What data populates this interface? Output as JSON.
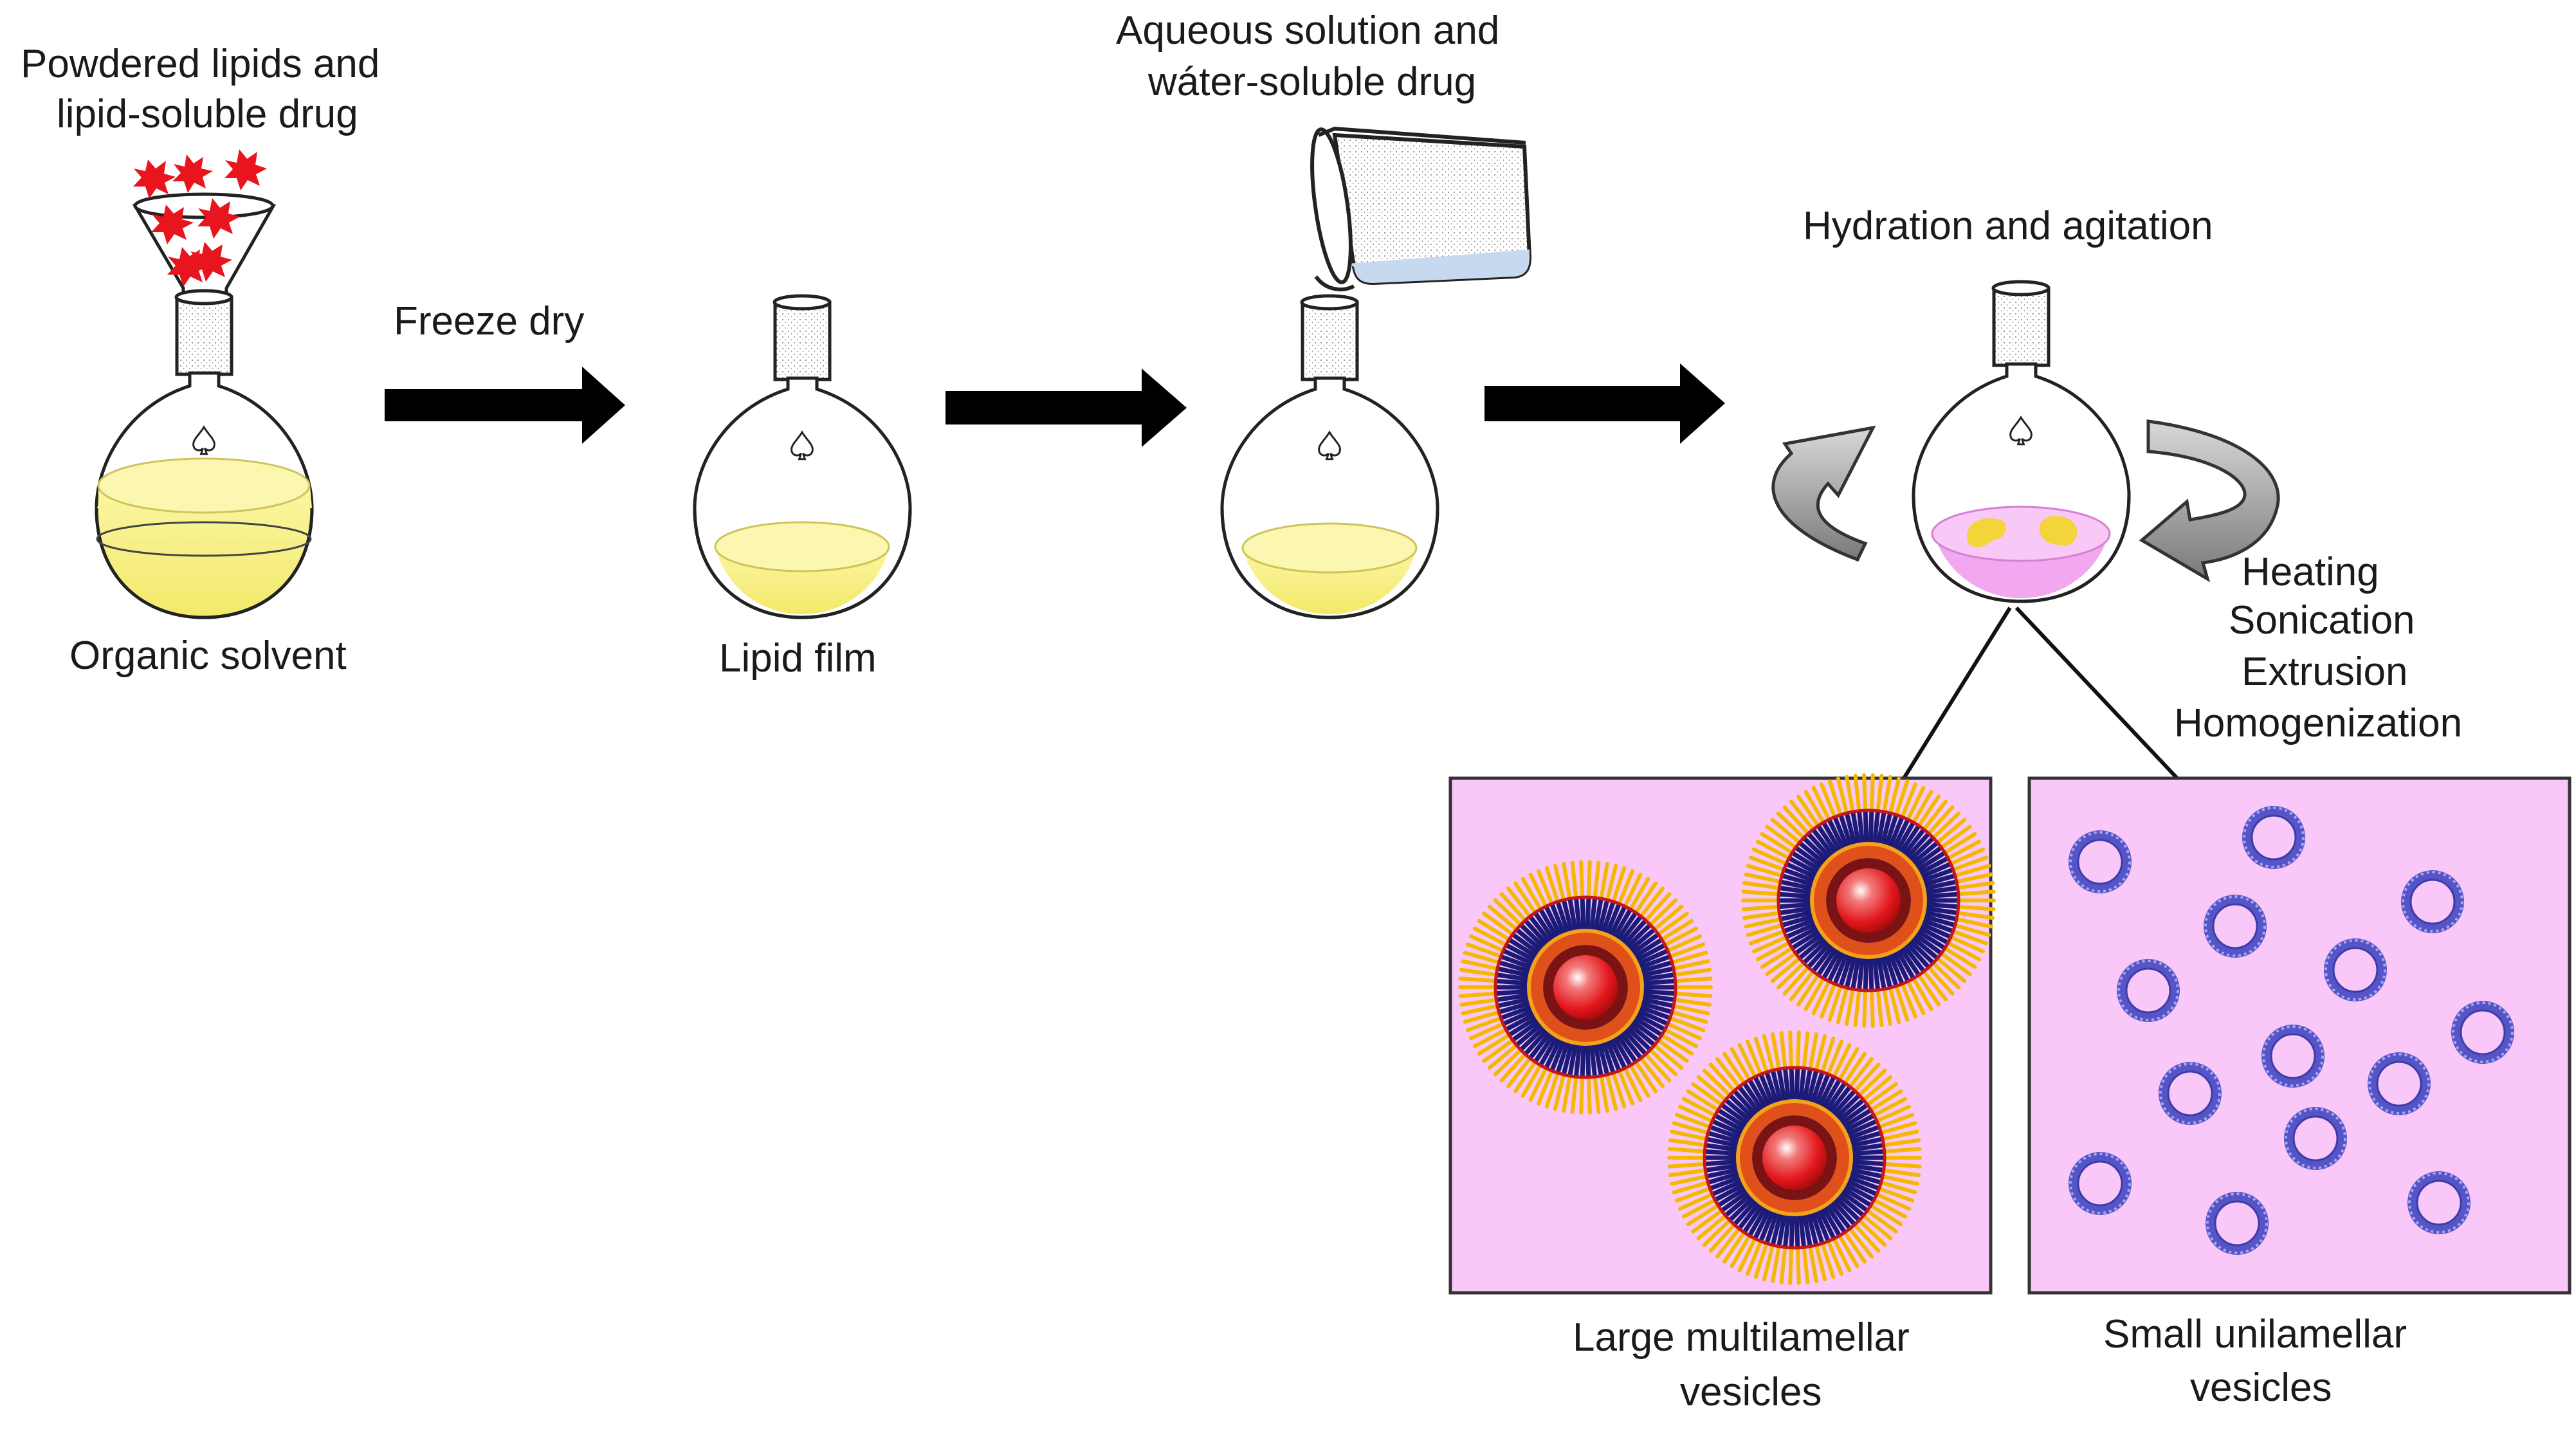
{
  "labels": {
    "powdered_line1": "Powdered  lipids and",
    "powdered_line2": "lipid-soluble drug",
    "organic_solvent": "Organic solvent",
    "freeze_dry": "Freeze dry",
    "lipid_film": "Lipid film",
    "aqueous_line1": "Aqueous solution and",
    "aqueous_line2": "wáter-soluble drug",
    "hydration": "Hydration and agitation",
    "heating": "Heating",
    "sonication": "Sonication",
    "extrusion": "Extrusion",
    "homogenization": "Homogenization",
    "large_line1": "Large multilamellar",
    "large_line2": "vesicles",
    "small_line1": "Small unilamellar",
    "small_line2": "vesicles"
  },
  "colors": {
    "solvent_yellow": "#f5f08a",
    "drug_red": "#e8141e",
    "arrow_black": "#000000",
    "curved_arrow_gray": "#8c8c8c",
    "hydration_pink": "#f3a3ee",
    "panel_pink": "#f9c8f9",
    "lipid_orange": "#f5b800",
    "lipid_navy": "#1c1c78",
    "vesicle_purple": "#5555c8"
  }
}
